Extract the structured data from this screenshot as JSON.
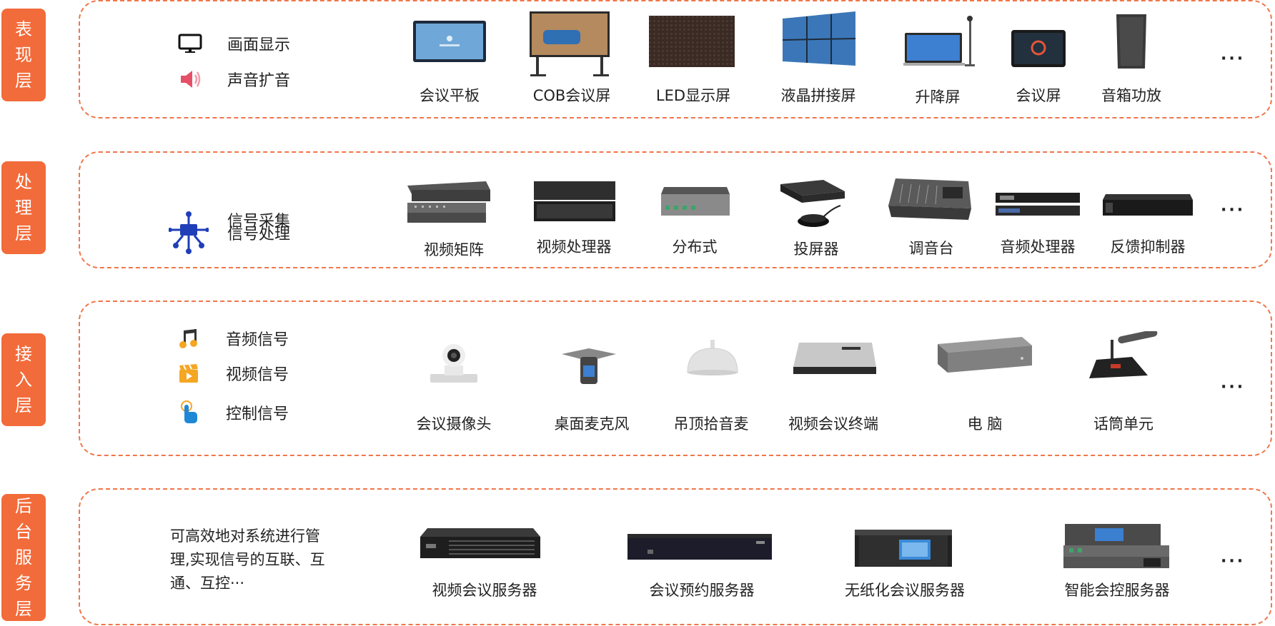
{
  "layers": [
    {
      "id": "presentation",
      "label": "表现层"
    },
    {
      "id": "processing",
      "label": "处理层"
    },
    {
      "id": "access",
      "label": "接入层"
    },
    {
      "id": "backend",
      "label": "后台服务层"
    }
  ],
  "presentation": {
    "legend": [
      {
        "icon": "monitor-icon",
        "text": "画面显示"
      },
      {
        "icon": "speaker-icon",
        "text": "声音扩音"
      }
    ],
    "devices": [
      "会议平板",
      "COB会议屏",
      "LED显示屏",
      "液晶拼接屏",
      "升降屏",
      "会议屏",
      "音箱功放"
    ]
  },
  "processing": {
    "legend": [
      {
        "icon": "network-icon",
        "text": "信号采集"
      },
      {
        "text": "信号处理"
      }
    ],
    "devices": [
      "视频矩阵",
      "视频处理器",
      "分布式",
      "投屏器",
      "调音台",
      "音频处理器",
      "反馈抑制器"
    ]
  },
  "access": {
    "legend": [
      {
        "icon": "music-note-icon",
        "text": "音频信号"
      },
      {
        "icon": "video-clip-icon",
        "text": "视频信号"
      },
      {
        "icon": "touch-icon",
        "text": "控制信号"
      }
    ],
    "devices": [
      "会议摄像头",
      "桌面麦克风",
      "吊顶拾音麦",
      "视频会议终端",
      "电 脑",
      "话筒单元"
    ]
  },
  "backend": {
    "description": "可高效地对系统进行管理,实现信号的互联、互通、互控···",
    "devices": [
      "视频会议服务器",
      "会议预约服务器",
      "无纸化会议服务器",
      "智能会控服务器"
    ]
  },
  "more": "···",
  "colors": {
    "accent": "#f26b3a",
    "dash": "#f0764a"
  }
}
